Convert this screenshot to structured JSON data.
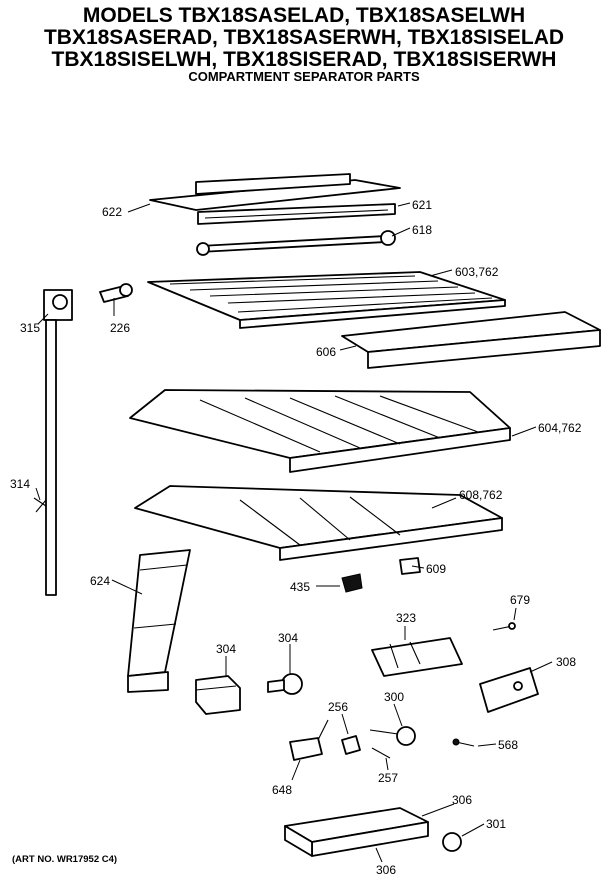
{
  "header": {
    "line1": "MODELS TBX18SASELAD, TBX18SASELWH",
    "line2": "TBX18SASERAD, TBX18SASERWH, TBX18SISELAD",
    "line3": "TBX18SISELWH, TBX18SISERAD, TBX18SISERWH",
    "subtitle": "COMPARTMENT SEPARATOR PARTS"
  },
  "callouts": {
    "c622": "622",
    "c621": "621",
    "c618": "618",
    "c603": "603,762",
    "c315": "315",
    "c226": "226",
    "c606": "606",
    "c604": "604,762",
    "c314": "314",
    "c608": "608,762",
    "c435": "435",
    "c609": "609",
    "c624": "624",
    "c323": "323",
    "c679": "679",
    "c304a": "304",
    "c304b": "304",
    "c308": "308",
    "c256": "256",
    "c300": "300",
    "c568": "568",
    "c257": "257",
    "c648": "648",
    "c306a": "306",
    "c301": "301",
    "c306b": "306"
  },
  "footer": {
    "art_no": "(ART NO. WR17952 C4)"
  }
}
